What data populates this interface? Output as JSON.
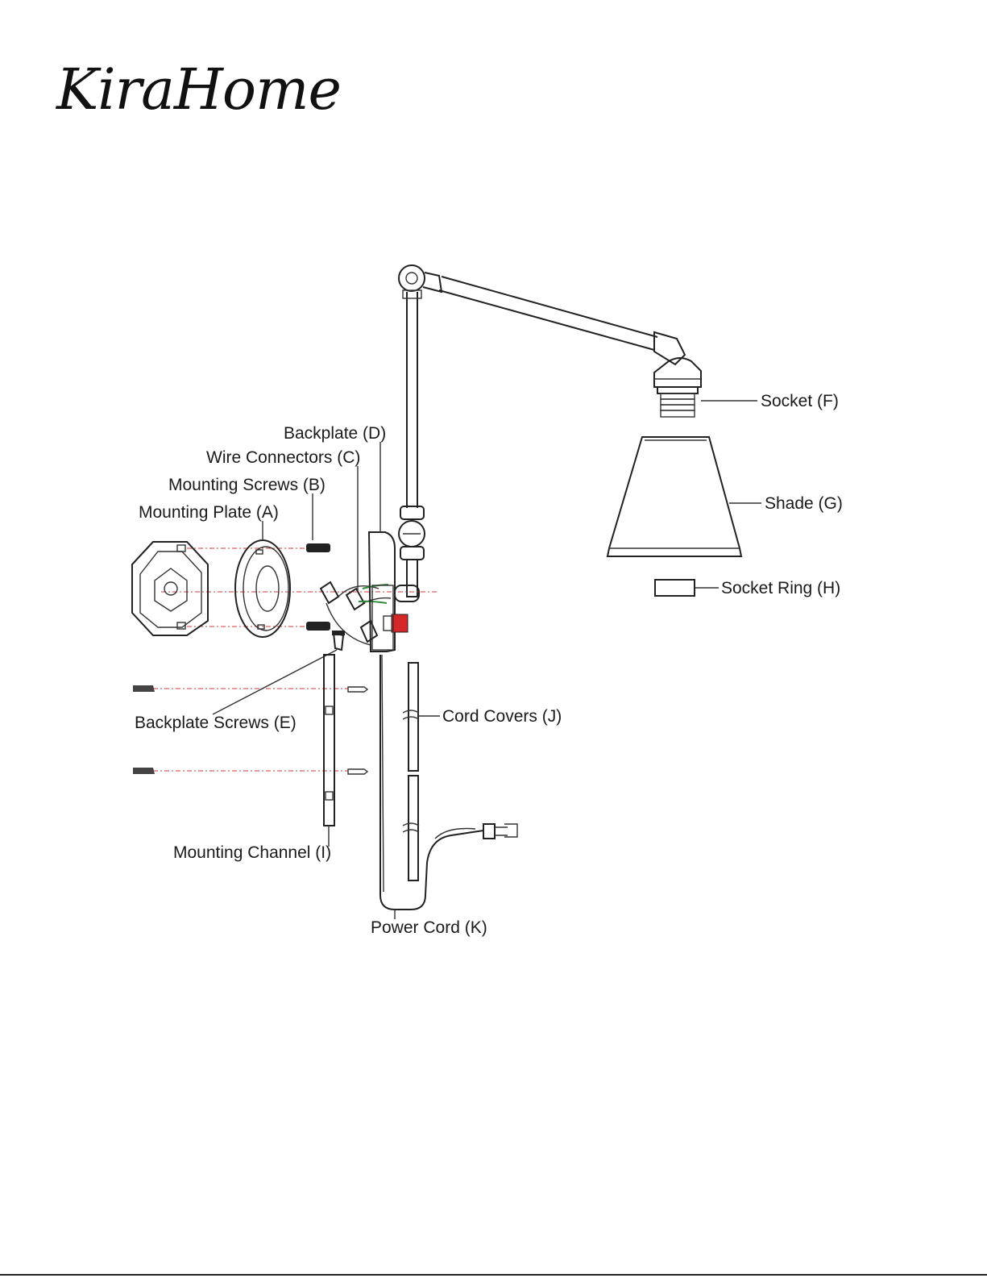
{
  "brand": {
    "name_part1": "Kira",
    "name_part2": "Home"
  },
  "labels": {
    "socket": "Socket (F)",
    "shade": "Shade (G)",
    "socket_ring": "Socket Ring (H)",
    "backplate": "Backplate (D)",
    "wire_connectors": "Wire Connectors (C)",
    "mounting_screws": "Mounting Screws (B)",
    "mounting_plate": "Mounting Plate (A)",
    "backplate_screws": "Backplate Screws (E)",
    "cord_covers": "Cord Covers (J)",
    "mounting_channel": "Mounting Channel (I)",
    "power_cord": "Power Cord (K)"
  },
  "colors": {
    "guide_line": "#d43a3a",
    "wire_green": "#2e8b3a",
    "switch_red": "#d62828"
  }
}
